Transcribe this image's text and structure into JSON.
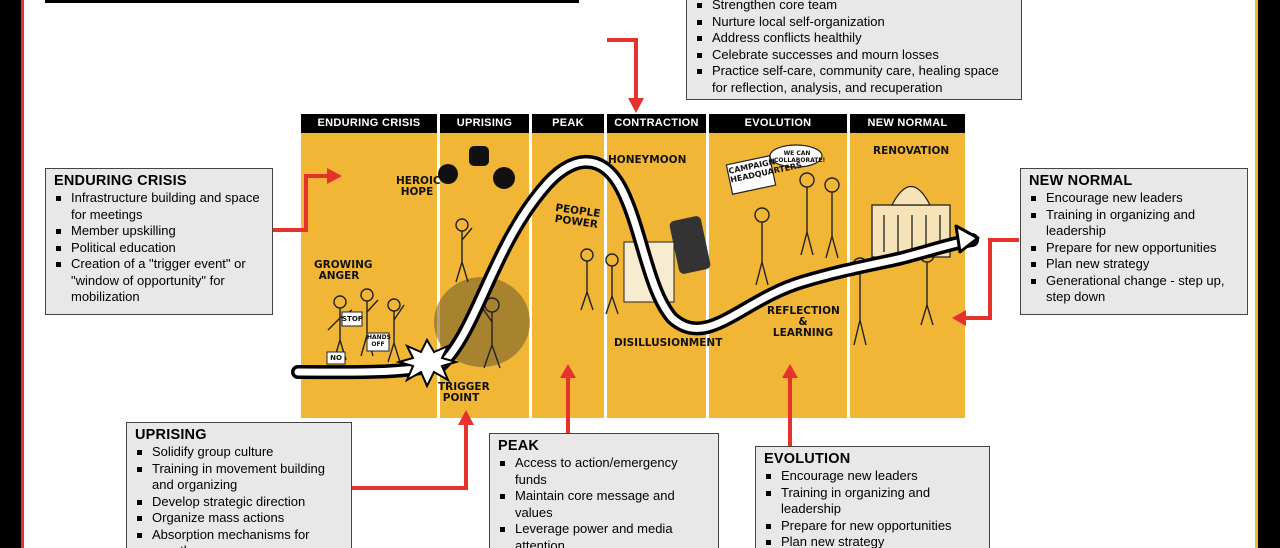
{
  "phases": [
    "ENDURING CRISIS",
    "UPRISING",
    "PEAK",
    "CONTRACTION",
    "EVOLUTION",
    "NEW NORMAL"
  ],
  "sketch_labels": {
    "heroic_hope": "HEROIC HOPE",
    "growing_anger": "GROWING ANGER",
    "trigger_point": "TRIGGER POINT",
    "people_power": "PEOPLE POWER",
    "honeymoon": "HONEYMOON",
    "disillusionment": "DISILLUSIONMENT",
    "campaign_hq": "CAMPAIGN HEADQUARTERS",
    "we_can_collaborate": "WE CAN COLLABORATE!",
    "reflection_learning": "REFLECTION & LEARNING",
    "renovation": "RENOVATION",
    "stop_sign": "STOP",
    "hands_off_sign": "HANDS OFF",
    "no_sign": "NO"
  },
  "boxes": {
    "contraction": {
      "items": [
        "Strengthen core team",
        "Nurture local self-organization",
        "Address conflicts healthily",
        "Celebrate successes and mourn losses",
        "Practice self-care, community care, healing space for reflection, analysis, and recuperation"
      ]
    },
    "enduring_crisis": {
      "title": "ENDURING CRISIS",
      "items": [
        "Infrastructure building and space for meetings",
        "Member upskilling",
        "Political education",
        "Creation of a \"trigger event\" or \"window of opportunity\" for mobilization"
      ]
    },
    "new_normal": {
      "title": "NEW NORMAL",
      "items": [
        "Encourage new leaders",
        "Training in organizing and leadership",
        "Prepare for new opportunities",
        "Plan new strategy",
        "Generational change - step up, step down"
      ]
    },
    "uprising": {
      "title": "UPRISING",
      "items": [
        "Solidify group culture",
        "Training in movement building and organizing",
        "Develop strategic direction",
        "Organize mass actions",
        "Absorption mechanisms for growth"
      ]
    },
    "peak": {
      "title": "PEAK",
      "items": [
        "Access to action/emergency funds",
        "Maintain core message and values",
        "Leverage power and media attention"
      ]
    },
    "evolution": {
      "title": "EVOLUTION",
      "items": [
        "Encourage new leaders",
        "Training in organizing and leadership",
        "Prepare for new opportunities",
        "Plan new strategy"
      ]
    }
  },
  "colors": {
    "panel": "#f2b636",
    "header": "#000000",
    "arrow": "#e5322d",
    "box_fill": "#e8e8e8"
  }
}
